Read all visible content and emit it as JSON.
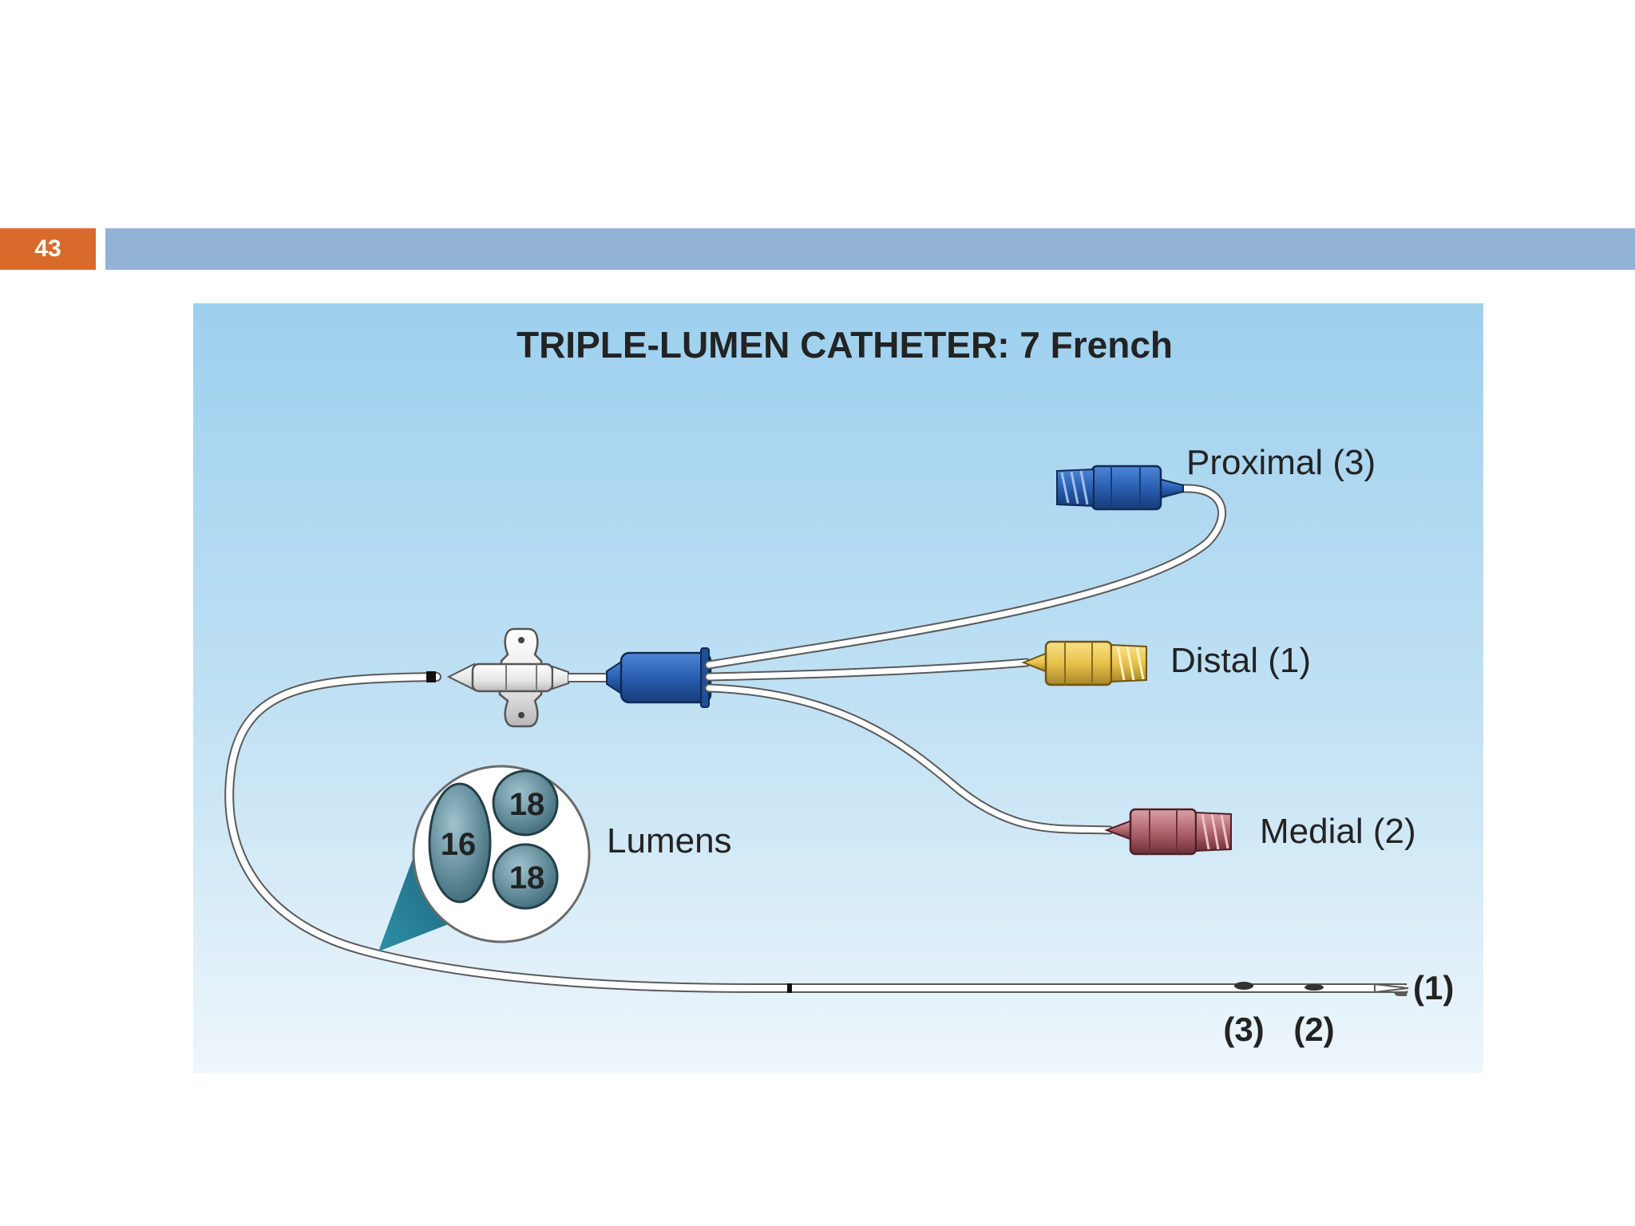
{
  "slide": {
    "number": "43"
  },
  "colors": {
    "slide_number_bg": "#d86b2b",
    "header_bar": "#93b3d6",
    "figure_bg_top": "#9dd0ee",
    "figure_bg_bottom": "#eef6fb",
    "proximal_hub": "#2a5fb0",
    "distal_hub": "#e8c24a",
    "medial_hub": "#b0646e",
    "lumen_fill": "#5e8a99"
  },
  "diagram": {
    "title": "TRIPLE-LUMEN CATHETER: 7 French",
    "ports": {
      "proximal": "Proximal (3)",
      "distal": "Distal (1)",
      "medial": "Medial (2)"
    },
    "lumens": {
      "label": "Lumens",
      "large": "16",
      "small_top": "18",
      "small_bottom": "18"
    },
    "tip_markers": {
      "distal": "(1)",
      "proximal": "(3)",
      "medial": "(2)"
    }
  }
}
